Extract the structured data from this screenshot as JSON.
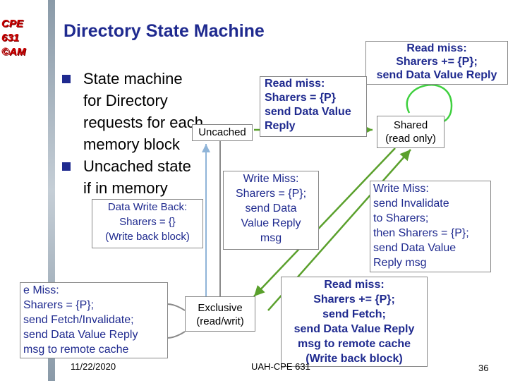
{
  "logo": {
    "line1": "CPE",
    "line2": "631",
    "line3": "©AM"
  },
  "title": "Directory State Machine",
  "bullets": [
    {
      "text": "State machine\nfor Directory\nrequests for each\nmemory block"
    },
    {
      "text": "Uncached state\nif in memory"
    }
  ],
  "states": {
    "uncached": "Uncached",
    "shared": "Shared\n(read only)",
    "exclusive": "Exclusive\n(read/writ)"
  },
  "transitions": {
    "read_miss_shared_loop": "Read miss:\nSharers += {P};\nsend Data Value Reply",
    "read_miss_uncached": "Read miss:\nSharers = {P}\nsend Data Value\nReply",
    "write_miss_uncached": "Write Miss:\nSharers = {P};\nsend Data\nValue Reply\nmsg",
    "data_write_back": "Data Write Back:\nSharers = {}\n(Write back block)",
    "write_miss_shared": "Write Miss:\nsend Invalidate\nto Sharers;\nthen Sharers = {P};\nsend Data Value\nReply msg",
    "read_miss_exclusive": "Read miss:\nSharers += {P};\nsend Fetch;\nsend Data Value Reply\nmsg to remote cache\n(Write back block)",
    "write_miss_exclusive": "e Miss:\nSharers = {P};\nsend Fetch/Invalidate;\nsend Data Value Reply\nmsg to remote cache"
  },
  "footer": {
    "date": "11/22/2020",
    "course": "UAH-CPE 631",
    "page": "36"
  }
}
